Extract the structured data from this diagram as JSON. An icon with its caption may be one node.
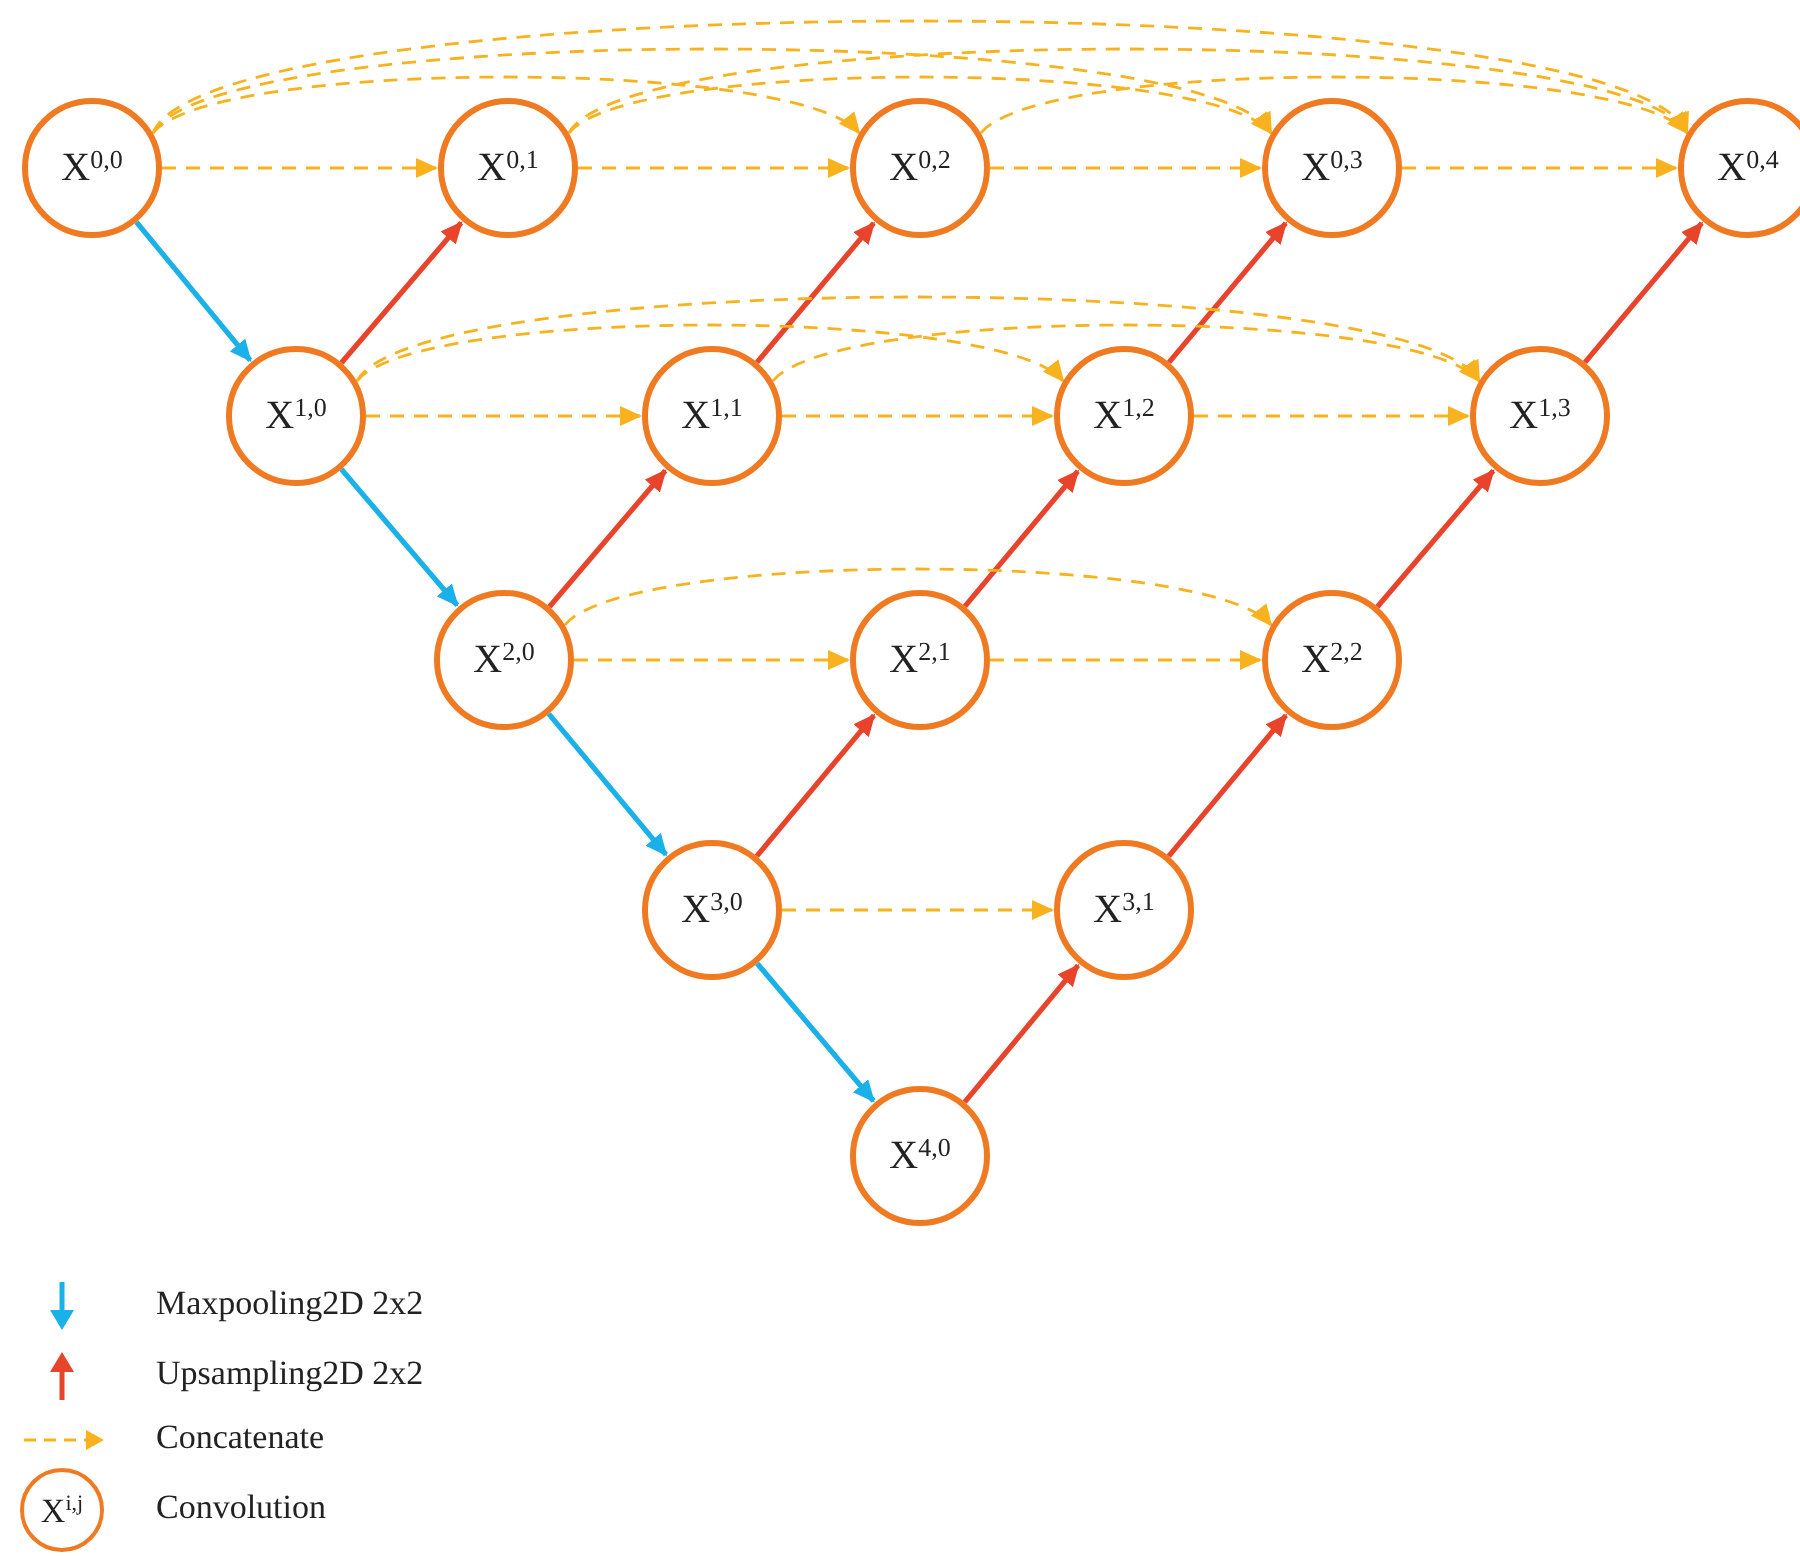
{
  "diagram": {
    "nodes": [
      {
        "text": [
          "X$^{0,0}$"
        ]
      },
      {
        "text": [
          "X$^{0,1}$"
        ]
      },
      {
        "text": [
          "X$^{0,2}$"
        ]
      },
      {
        "text": [
          "X$^{0,3}$"
        ]
      },
      {
        "text": [
          "X$^{0,4}$"
        ]
      },
      {
        "text": [
          "X$^{1,0}$"
        ]
      },
      {
        "text": [
          "X$^{1,1}$"
        ]
      },
      {
        "text": [
          "X$^{1,2}$"
        ]
      },
      {
        "text": [
          "X$^{1,3}$"
        ]
      },
      {
        "text": [
          "X$^{2,0}$"
        ]
      },
      {
        "text": [
          "X$^{2,1}$"
        ]
      },
      {
        "text": [
          "X$^{2,2}$"
        ]
      },
      {
        "text": [
          "X$^{3,0}$"
        ]
      },
      {
        "text": [
          "X$^{3,1}$"
        ]
      },
      {
        "text": [
          "X$^{4,0}$"
        ]
      }
    ],
    "edges": [
      {
        "from": 0,
        "to": 5,
        "arrow": "to",
        "color": "#1ab0e8"
      },
      {
        "from": 5,
        "to": 9,
        "arrow": "to",
        "color": "#1ab0e8"
      },
      {
        "from": 9,
        "to": 12,
        "arrow": "to",
        "color": "#1ab0e8"
      },
      {
        "from": 12,
        "to": 14,
        "arrow": "to",
        "color": "#1ab0e8"
      },
      {
        "from": 5,
        "to": 1,
        "arrow": "to",
        "color": "#e8432b"
      },
      {
        "from": 6,
        "to": 2,
        "arrow": "to",
        "color": "#e8432b"
      },
      {
        "from": 7,
        "to": 3,
        "arrow": "to",
        "color": "#e8432b"
      },
      {
        "from": 8,
        "to": 4,
        "arrow": "to",
        "color": "#e8432b"
      },
      {
        "from": 9,
        "to": 6,
        "arrow": "to",
        "color": "#e8432b"
      },
      {
        "from": 10,
        "to": 7,
        "arrow": "to",
        "color": "#e8432b"
      },
      {
        "from": 11,
        "to": 8,
        "arrow": "to",
        "color": "#e8432b"
      },
      {
        "from": 12,
        "to": 10,
        "arrow": "to",
        "color": "#e8432b"
      },
      {
        "from": 13,
        "to": 11,
        "arrow": "to",
        "color": "#e8432b"
      },
      {
        "from": 14,
        "to": 13,
        "arrow": "to",
        "color": "#e8432b"
      },
      {
        "from": 0,
        "to": 1,
        "arrow": "to",
        "style": "dashed"
      },
      {
        "from": 0,
        "to": 2,
        "arrow": "to",
        "style": "dashed"
      },
      {
        "from": 0,
        "to": 3,
        "arrow": "to",
        "style": "dashed"
      },
      {
        "from": 0,
        "to": 4,
        "arrow": "to",
        "style": "dashed"
      },
      {
        "from": 1,
        "to": 2,
        "arrow": "to",
        "style": "dashed"
      },
      {
        "from": 1,
        "to": 3,
        "arrow": "to",
        "style": "dashed"
      },
      {
        "from": 1,
        "to": 4,
        "arrow": "to",
        "style": "dashed"
      },
      {
        "from": 2,
        "to": 3,
        "arrow": "to",
        "style": "dashed"
      },
      {
        "from": 2,
        "to": 4,
        "arrow": "to",
        "style": "dashed"
      },
      {
        "from": 3,
        "to": 4,
        "arrow": "to",
        "style": "dashed"
      },
      {
        "from": 5,
        "to": 6,
        "arrow": "to",
        "style": "dashed"
      },
      {
        "from": 5,
        "to": 7,
        "arrow": "to",
        "style": "dashed"
      },
      {
        "from": 5,
        "to": 8,
        "arrow": "to",
        "style": "dashed"
      },
      {
        "from": 6,
        "to": 7,
        "arrow": "to",
        "style": "dashed"
      },
      {
        "from": 6,
        "to": 8,
        "arrow": "to",
        "style": "dashed"
      },
      {
        "from": 7,
        "to": 8,
        "arrow": "to",
        "style": "dashed"
      },
      {
        "from": 9,
        "to": 10,
        "arrow": "to",
        "style": "dashed"
      },
      {
        "from": 9,
        "to": 11,
        "arrow": "to",
        "style": "dashed"
      },
      {
        "from": 10,
        "to": 11,
        "arrow": "to",
        "style": "dashed"
      },
      {
        "from": 12,
        "to": 13,
        "arrow": "to",
        "style": "dashed"
      }
    ],
    "labels": [
      "X$^{i,j}$"
    ],
    "legend": [
      {
        "text": "Maxpooling2D 2x2"
      },
      {
        "text": "Upsampling2D 2x2"
      },
      {
        "text": "Concatenate"
      },
      {
        "text": "Convolution"
      }
    ]
  }
}
